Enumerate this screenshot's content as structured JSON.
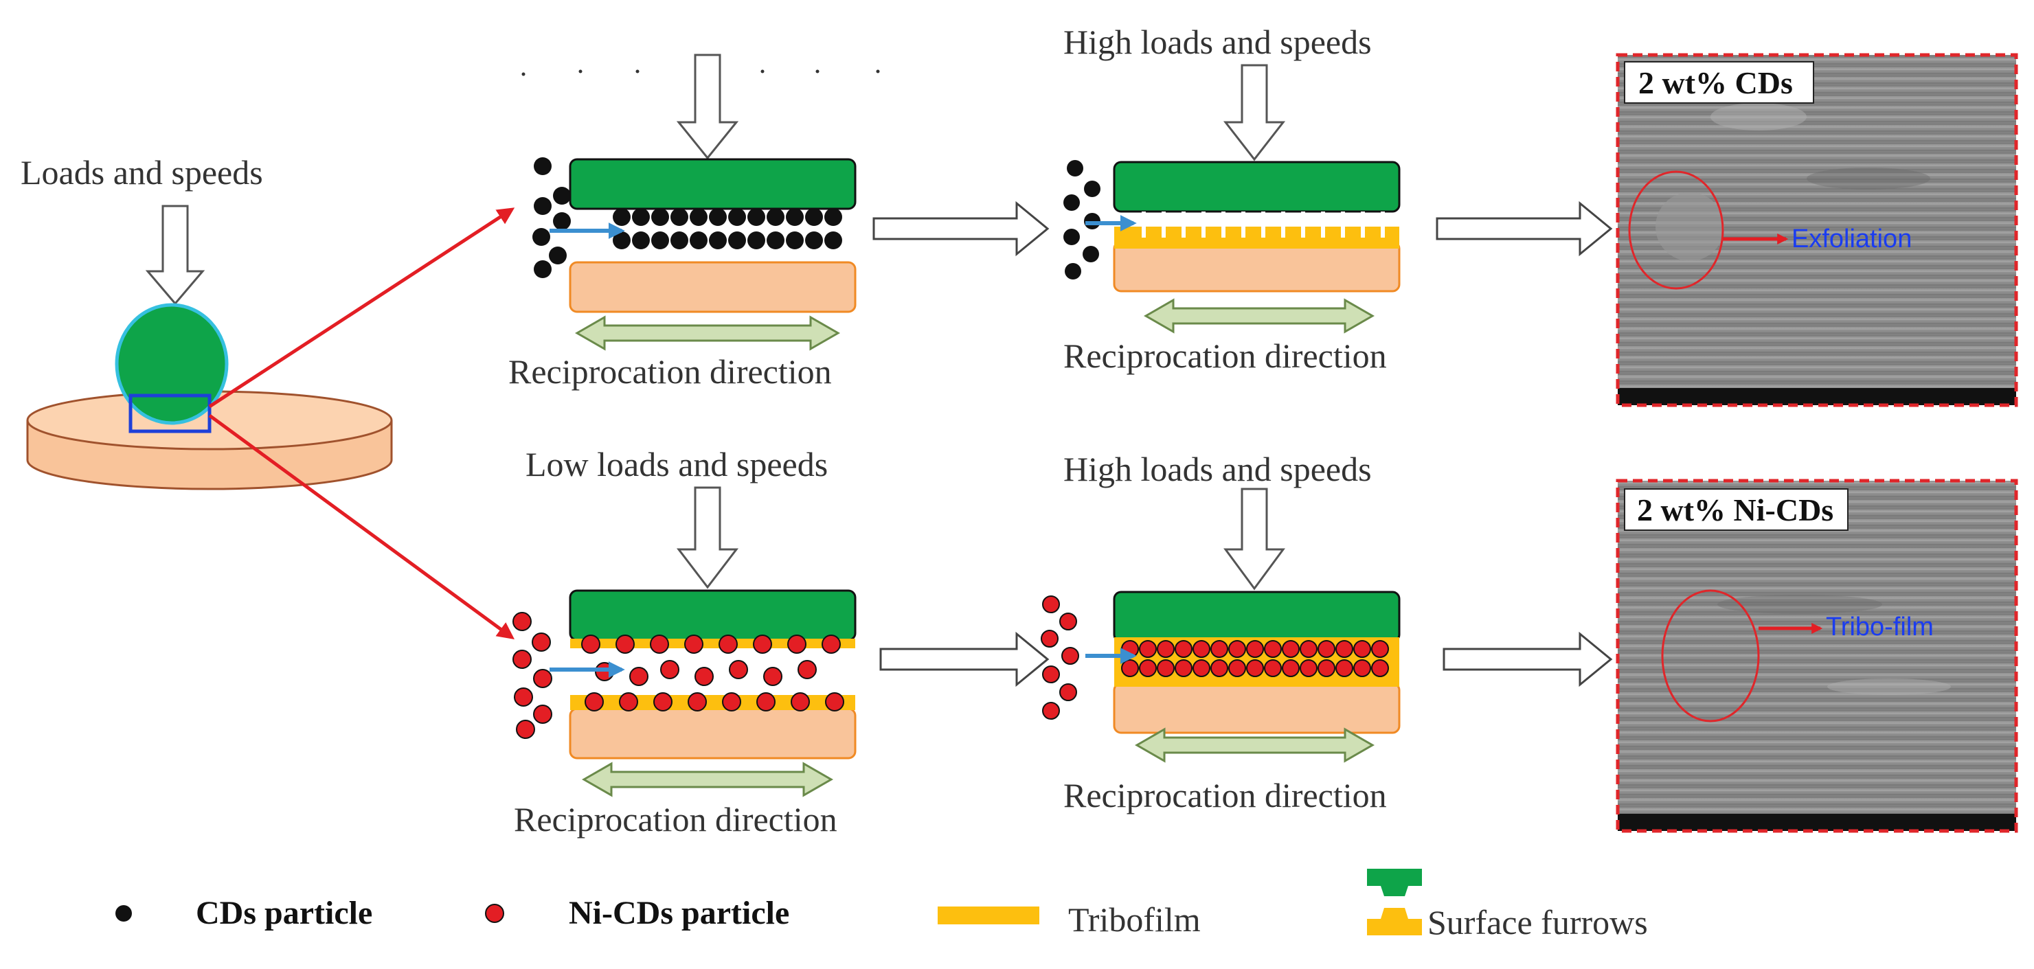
{
  "labels": {
    "loads_speeds": "Loads and speeds",
    "high_loads_top": "High loads and speeds",
    "low_loads": "Low loads and speeds",
    "high_loads_bottom": "High loads and speeds",
    "recip_1": "Reciprocation direction",
    "recip_2": "Reciprocation direction",
    "recip_3": "Reciprocation direction",
    "recip_4": "Reciprocation direction"
  },
  "sem": {
    "top_title": "2 wt%  CDs",
    "top_annotation": "Exfoliation",
    "bottom_title": "2 wt%  Ni-CDs",
    "bottom_annotation": "Tribo-film"
  },
  "legend": {
    "cds": "CDs particle",
    "nicds": "Ni-CDs particle",
    "tribofilm": "Tribofilm",
    "furrows": "Surface furrows"
  },
  "colors": {
    "upper_body": "#0ea449",
    "lower_body": "#f9c49a",
    "tribofilm": "#fdbf0f",
    "cds_particle": "#111111",
    "nicds_particle": "#e31e24",
    "flow_arrow": "#3b8fd0",
    "zoom_arrow": "#e31e24",
    "recip_arrow": "#cfe0b5",
    "sem_border": "#e0262a"
  }
}
